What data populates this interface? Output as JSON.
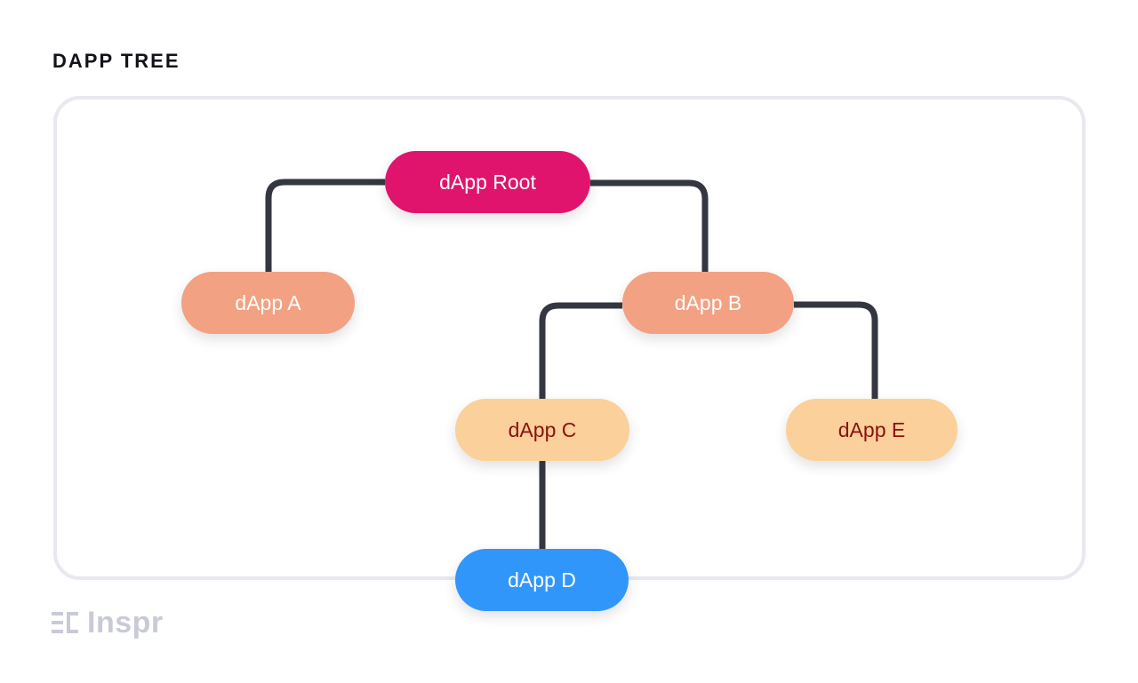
{
  "page": {
    "title": "DAPP TREE"
  },
  "tree": {
    "root": {
      "label": "dApp Root",
      "color": "#e0146c",
      "text_color": "#ffffff"
    },
    "a": {
      "label": "dApp A",
      "color": "#f3a183",
      "text_color": "#ffffff"
    },
    "b": {
      "label": "dApp B",
      "color": "#f3a183",
      "text_color": "#ffffff"
    },
    "c": {
      "label": "dApp C",
      "color": "#fbd09a",
      "text_color": "#8a1010"
    },
    "d": {
      "label": "dApp D",
      "color": "#3196f9",
      "text_color": "#ffffff"
    },
    "e": {
      "label": "dApp E",
      "color": "#fbd09a",
      "text_color": "#8a1010"
    },
    "edges": [
      {
        "from": "dApp Root",
        "to": "dApp A"
      },
      {
        "from": "dApp Root",
        "to": "dApp B"
      },
      {
        "from": "dApp B",
        "to": "dApp C"
      },
      {
        "from": "dApp B",
        "to": "dApp E"
      },
      {
        "from": "dApp C",
        "to": "dApp D"
      }
    ],
    "connector_color": "#343740"
  },
  "brand": {
    "name": "Inspr",
    "icon": "inspr-logo-icon",
    "color": "#c9cad8"
  }
}
